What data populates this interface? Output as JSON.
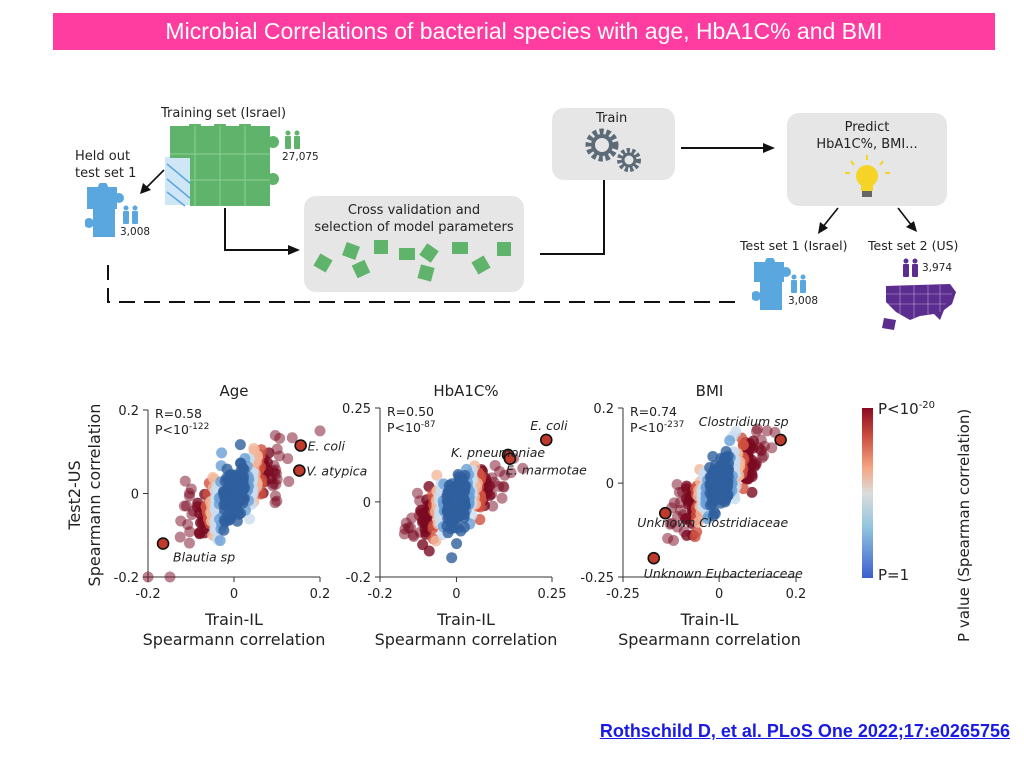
{
  "title": "Microbial Correlations of bacterial species with age, HbA1C% and BMI",
  "diagram": {
    "training_set_label": "Training set (Israel)",
    "training_count": "27,075",
    "held_out_label_line1": "Held out",
    "held_out_label_line2": "test set 1",
    "held_out_count": "3,008",
    "cv_label_line1": "Cross validation and",
    "cv_label_line2": "selection of model parameters",
    "train_label": "Train",
    "predict_label_line1": "Predict",
    "predict_label_line2": "HbA1C%, BMI...",
    "test1_label": "Test set 1 (Israel)",
    "test1_count": "3,008",
    "test2_label": "Test set 2 (US)",
    "test2_count": "3,974",
    "colors": {
      "green": "#5fb36a",
      "blue": "#5aa7e0",
      "purple": "#5b2d8e",
      "gear": "#5d6b78",
      "bulb": "#f5d327"
    }
  },
  "shared": {
    "ylabel_line1": "Test2-US",
    "ylabel_line2": "Spearmann correlation",
    "xlabel_line1": "Train-IL",
    "xlabel_line2": "Spearmann correlation"
  },
  "colorbar": {
    "top_label": "P<10",
    "top_exp": "-20",
    "bottom_label": "P=1",
    "title": "P value (Spearman correlation)",
    "colors": [
      "#b2182b",
      "#f4a582",
      "#dddddd",
      "#92c5de",
      "#2c5fcf"
    ]
  },
  "chart_data": [
    {
      "type": "scatter",
      "title": "Age",
      "r_text": "R=0.58",
      "p_text": "P<10",
      "p_exp": "-122",
      "xlim": [
        -0.2,
        0.2
      ],
      "ylim": [
        -0.2,
        0.2
      ],
      "xticks": [
        "-0.2",
        "0",
        "0.2"
      ],
      "yticks": [
        "0.2",
        "0",
        "-0.2"
      ],
      "xtick_values": [
        -0.2,
        0,
        0.2
      ],
      "ytick_values": [
        0.2,
        0,
        -0.2
      ],
      "R": 0.58,
      "highlights": [
        {
          "name": "E. coli",
          "x": 0.155,
          "y": 0.115
        },
        {
          "name": "V. atypica",
          "x": 0.152,
          "y": 0.055
        },
        {
          "name": "Blautia sp",
          "x": -0.165,
          "y": -0.12
        }
      ]
    },
    {
      "type": "scatter",
      "title": "HbA1C%",
      "r_text": "R=0.50",
      "p_text": "P<10",
      "p_exp": "-87",
      "xlim": [
        -0.2,
        0.25
      ],
      "ylim": [
        -0.2,
        0.25
      ],
      "xticks": [
        "-0.2",
        "0",
        "0.25"
      ],
      "yticks": [
        "0.25",
        "0",
        "-0.2"
      ],
      "xtick_values": [
        -0.2,
        0,
        0.25
      ],
      "ytick_values": [
        0.25,
        0,
        -0.2
      ],
      "R": 0.5,
      "highlights": [
        {
          "name": "E. coli",
          "x": 0.235,
          "y": 0.165
        },
        {
          "name": "K. pneumoniae",
          "x": 0.135,
          "y": 0.125
        },
        {
          "name": "E. marmotae",
          "x": 0.14,
          "y": 0.115
        }
      ]
    },
    {
      "type": "scatter",
      "title": "BMI",
      "r_text": "R=0.74",
      "p_text": "P<10",
      "p_exp": "-237",
      "xlim": [
        -0.25,
        0.2
      ],
      "ylim": [
        -0.25,
        0.2
      ],
      "xticks": [
        "-0.25",
        "0",
        "0.2"
      ],
      "yticks": [
        "0.2",
        "0",
        "-0.25"
      ],
      "xtick_values": [
        -0.25,
        0,
        0.2
      ],
      "ytick_values": [
        0.2,
        0,
        -0.25
      ],
      "R": 0.74,
      "highlights": [
        {
          "name": "Clostridium sp",
          "x": 0.16,
          "y": 0.115
        },
        {
          "name": "Unknown Clostridiaceae",
          "x": -0.14,
          "y": -0.08
        },
        {
          "name": "Unknown Eubacteriaceae",
          "x": -0.17,
          "y": -0.2
        }
      ]
    }
  ],
  "citation": "Rothschild D, et al. PLoS One 2022;17:e0265756"
}
